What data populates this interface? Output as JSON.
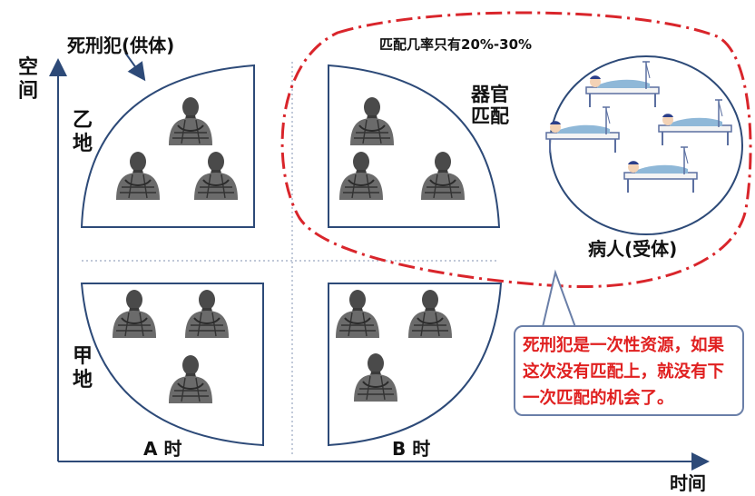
{
  "donor_label": "死刑犯(供体)",
  "axis_y_label": "空间",
  "axis_x_label": "时间",
  "place_b_label": "乙地",
  "place_a_label": "甲地",
  "time_a_label": "A 时",
  "time_b_label": "B 时",
  "match_rate_label": "匹配几率只有20%-30%",
  "organ_match_label": "器官匹配",
  "recipient_label": "病人(受体)",
  "callout_text": "死刑犯是一次性资源，如果这次没有匹配上，就没有下一次匹配的机会了。",
  "colors": {
    "quadrant_stroke": "#2d4a78",
    "dashed_ellipse": "#d9252b",
    "bed": "#5b6fa0",
    "patient_body": "#8fb8d8",
    "figure": "#6b6b6b"
  },
  "icons": [
    "donor-figure-icon",
    "patient-bed-icon",
    "arrow-icon"
  ]
}
